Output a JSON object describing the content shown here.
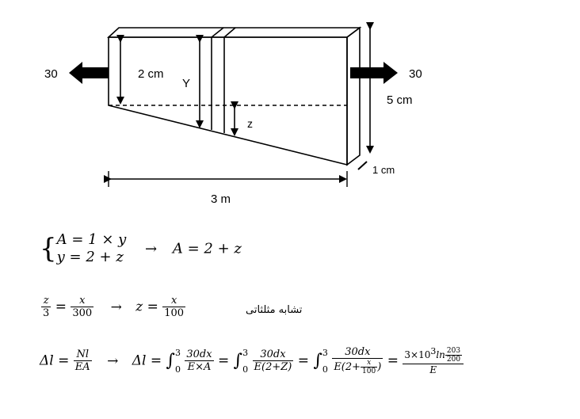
{
  "diagram": {
    "force_left": "30",
    "force_right": "30",
    "left_height": "2 cm",
    "section_height": "Y",
    "right_height": "5 cm",
    "depth": "1 cm",
    "length": "3 m",
    "offset": "z"
  },
  "equations": {
    "system_line1": "A = 1 × y",
    "system_line2": "y = 2 + z",
    "arrow": "→",
    "system_result": "A = 2 + z",
    "ratio_num": "z",
    "ratio_den": "3",
    "ratio_eq": "=",
    "ratio_x": "x",
    "ratio_300": "300",
    "ratio_result_lhs": "z =",
    "ratio_result_num": "x",
    "ratio_result_den": "100",
    "similarity_note": "تشابه مثلثاتی",
    "delta_l": "Δl =",
    "nl": "Nl",
    "ea": "EA",
    "delta_l2": "Δl =",
    "int_upper": "3",
    "int_lower": "0",
    "f1_num": "30dx",
    "f1_den": "E×A",
    "f2_num": "30dx",
    "f2_den": "E(2+Z)",
    "f3_num": "30dx",
    "f3_den_a": "E(2+",
    "f3_den_x": "x",
    "f3_den_100": "100",
    "f3_den_b": ")",
    "final_num_a": "3×10",
    "final_num_exp": "3",
    "final_num_ln": "ln",
    "final_ln_num": "203",
    "final_ln_den": "200",
    "final_den": "E"
  }
}
